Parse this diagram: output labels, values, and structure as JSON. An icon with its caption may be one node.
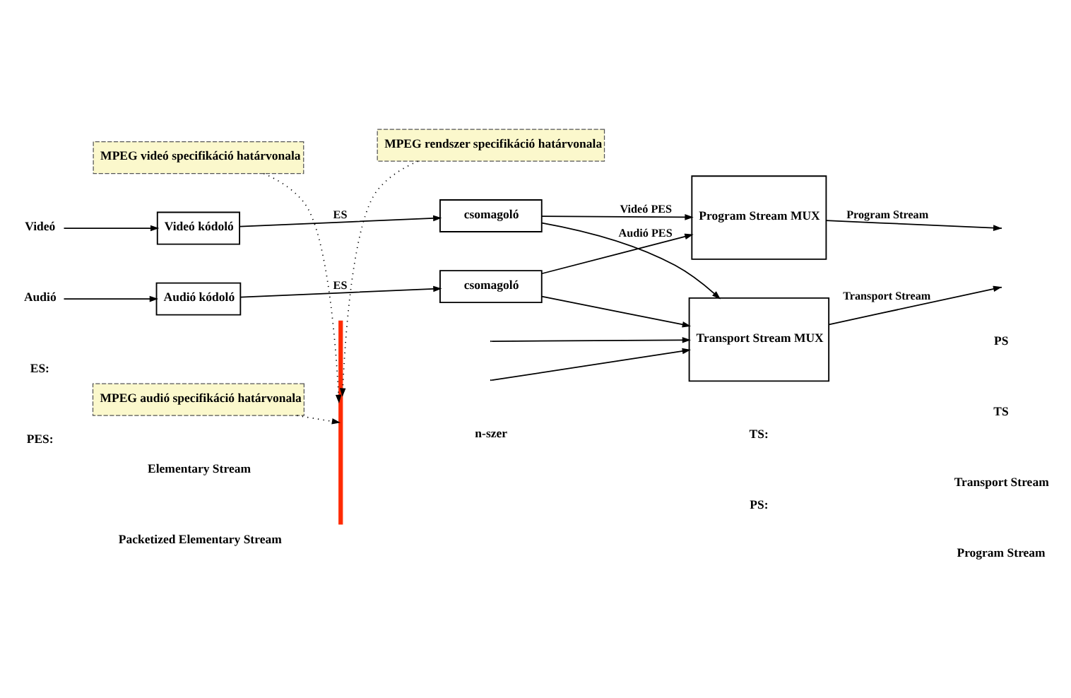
{
  "diagram": {
    "nodes": [
      {
        "text": [
          "MPEG videó specifikáció határvonala"
        ]
      },
      {
        "text": [
          "MPEG rendszer specifikáció határvonala"
        ]
      },
      {
        "text": [],
        "shape": "bar"
      },
      {
        "text": [
          "Videó"
        ]
      },
      {
        "text": [
          "Videó kódoló"
        ]
      },
      {
        "text": [
          "csomagoló"
        ]
      },
      {
        "text": [
          "Audió"
        ]
      },
      {
        "text": [
          "Audió kódoló"
        ]
      },
      {
        "text": [
          "csomagoló"
        ]
      },
      {
        "text": [
          "Program Stream MUX"
        ]
      },
      {
        "text": [
          "Transport Stream MUX"
        ]
      },
      {
        "text": [
          "MPEG audió specifikáció határvonala"
        ]
      }
    ],
    "edges": [
      {
        "from": 0,
        "to": 2,
        "arrow": "to",
        "style": "dashed"
      },
      {
        "from": 1,
        "to": 2,
        "arrow": "to",
        "style": "dashed"
      },
      {
        "from": 11,
        "to": 2,
        "arrow": "to",
        "style": "dashed"
      },
      {
        "from": 3,
        "to": 4,
        "arrow": "to"
      },
      {
        "from": 4,
        "to": 5,
        "arrow": "to",
        "label": "ES"
      },
      {
        "from": 6,
        "to": 7,
        "arrow": "to"
      },
      {
        "from": 7,
        "to": 8,
        "arrow": "to",
        "label": "ES"
      },
      {
        "from": 5,
        "to": 9,
        "arrow": "to",
        "label": "Videó PES"
      },
      {
        "from": 5,
        "to": 10,
        "arrow": "to"
      },
      {
        "from": 8,
        "to": 9,
        "arrow": "to",
        "label": "Audió PES"
      },
      {
        "from": 8,
        "to": 10,
        "arrow": "to"
      },
      {
        "from": null,
        "to": 10,
        "arrow": "to"
      },
      {
        "from": null,
        "to": 10,
        "arrow": "to"
      },
      {
        "from": 9,
        "to": null,
        "arrow": "to",
        "label": "Program Stream"
      },
      {
        "from": 10,
        "to": null,
        "arrow": "to",
        "label": "Transport Stream"
      }
    ],
    "labels": [
      "PS",
      "TS",
      "n-szer",
      "ES:",
      "Elementary Stream",
      "TS:",
      "Transport Stream",
      "PES:",
      "Packetized Elementary Stream",
      "PS:",
      "Program Stream"
    ]
  }
}
